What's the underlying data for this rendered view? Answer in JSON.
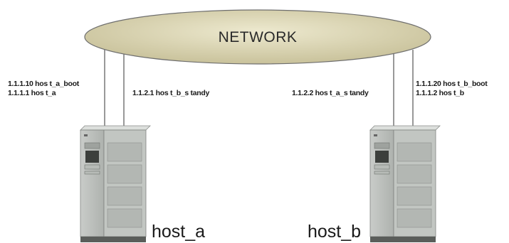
{
  "network": {
    "label": "NETWORK",
    "fill_color": "#d8d2b0"
  },
  "host_a": {
    "name": "host_a",
    "boot_address": "1.1.1.10 hos t_a_boot",
    "service_address": "1.1.1.1 hos t_a",
    "standby_address": "1.1.2.1 hos t_b_s tandy"
  },
  "host_b": {
    "name": "host_b",
    "boot_address": "1.1.1.20 hos t_b_boot",
    "service_address": "1.1.1.2 hos t_b",
    "standby_address": "1.1.2.2 hos t_a_s tandy"
  }
}
